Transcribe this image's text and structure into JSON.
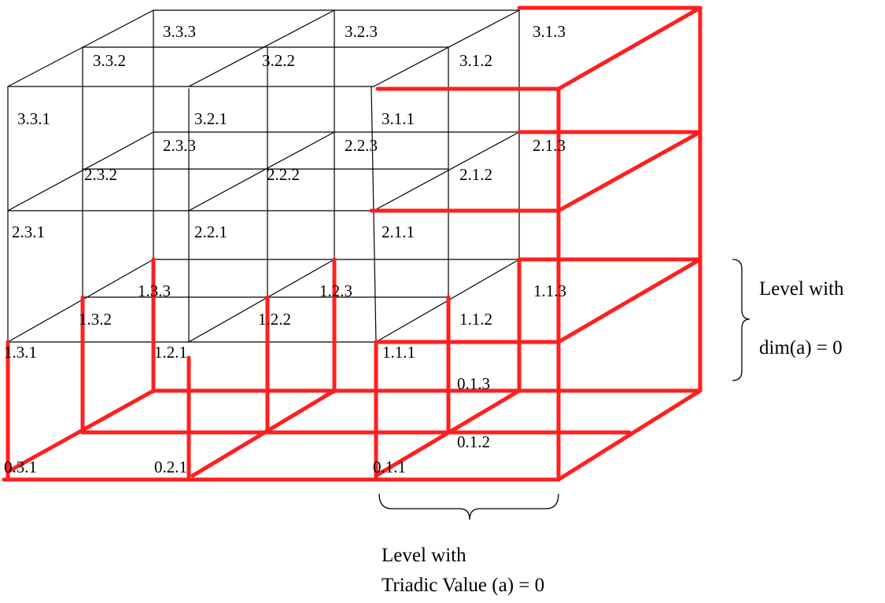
{
  "colors": {
    "frame": "#000000",
    "highlight": "#ff1f1f",
    "background": "#ffffff"
  },
  "cells": {
    "c333": "3.3.3",
    "c323": "3.2.3",
    "c313": "3.1.3",
    "c332": "3.3.2",
    "c322": "3.2.2",
    "c312": "3.1.2",
    "c331": "3.3.1",
    "c321": "3.2.1",
    "c311": "3.1.1",
    "c233": "2.3.3",
    "c223": "2.2.3",
    "c213": "2.1.3",
    "c232": "2.3.2",
    "c222": "2.2.2",
    "c212": "2.1.2",
    "c231": "2.3.1",
    "c221": "2.2.1",
    "c211": "2.1.1",
    "c133": "1.3.3",
    "c123": "1.2.3",
    "c113": "1.1.3",
    "c132": "1.3.2",
    "c122": "1.2.2",
    "c112": "1.1.2",
    "c131": "1.3.1",
    "c121": "1.2.1",
    "c111": "1.1.1",
    "c013": "0.1.3",
    "c012": "0.1.2",
    "c031": "0.3.1",
    "c021": "0.2.1",
    "c011": "0.1.1"
  },
  "annotations": {
    "right_line1": "Level with",
    "right_line2": "dim(a) = 0",
    "bottom_line1": "Level with",
    "bottom_line2": "Triadic Value (a) = 0"
  }
}
